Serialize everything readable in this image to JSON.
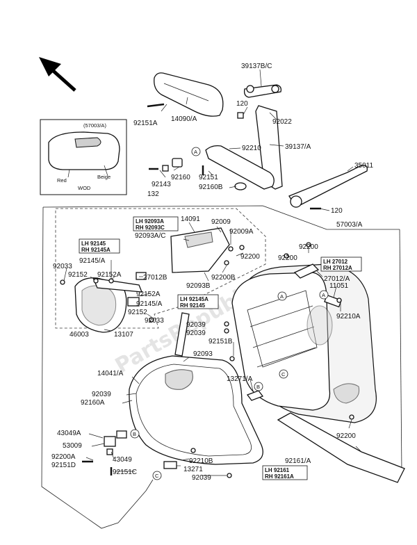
{
  "watermark": "PartsRepublik",
  "inset": {
    "part_label": "(57003/A)",
    "color_left": "Red",
    "color_right": "Beige",
    "note": "WOD"
  },
  "callouts": {
    "A": "A",
    "B": "B",
    "C": "C"
  },
  "lhrh_boxes": [
    {
      "lh": "LH 92093A",
      "rh": "RH 92093C"
    },
    {
      "lh": "LH 92145",
      "rh": "RH 92145A"
    },
    {
      "lh": "LH 92145A",
      "rh": "RH 92145"
    },
    {
      "lh": "LH 27012",
      "rh": "RH 27012A"
    },
    {
      "lh": "LH 92161",
      "rh": "RH 92161A"
    }
  ],
  "labels": [
    "39137B/C",
    "14090/A",
    "92151A",
    "120",
    "92022",
    "92210",
    "39137/A",
    "92160",
    "92143",
    "132",
    "92151",
    "92160B",
    "35011",
    "120",
    "57003/A",
    "14091",
    "92009",
    "92009A",
    "92093A/C",
    "92200",
    "92200",
    "92200",
    "27012/A",
    "11051",
    "92210A",
    "92093B",
    "92200B",
    "92033",
    "92152",
    "92145/A",
    "92152A",
    "27012B",
    "92152A",
    "92145/A",
    "92152",
    "92033",
    "46003",
    "13107",
    "92039",
    "92039",
    "92151B",
    "14041/A",
    "92093",
    "13271/A",
    "92039",
    "92160A",
    "43049A",
    "53009",
    "92200A",
    "92151D",
    "43049",
    "92210B",
    "13271",
    "92151C",
    "92039",
    "92200",
    "92161/A"
  ]
}
